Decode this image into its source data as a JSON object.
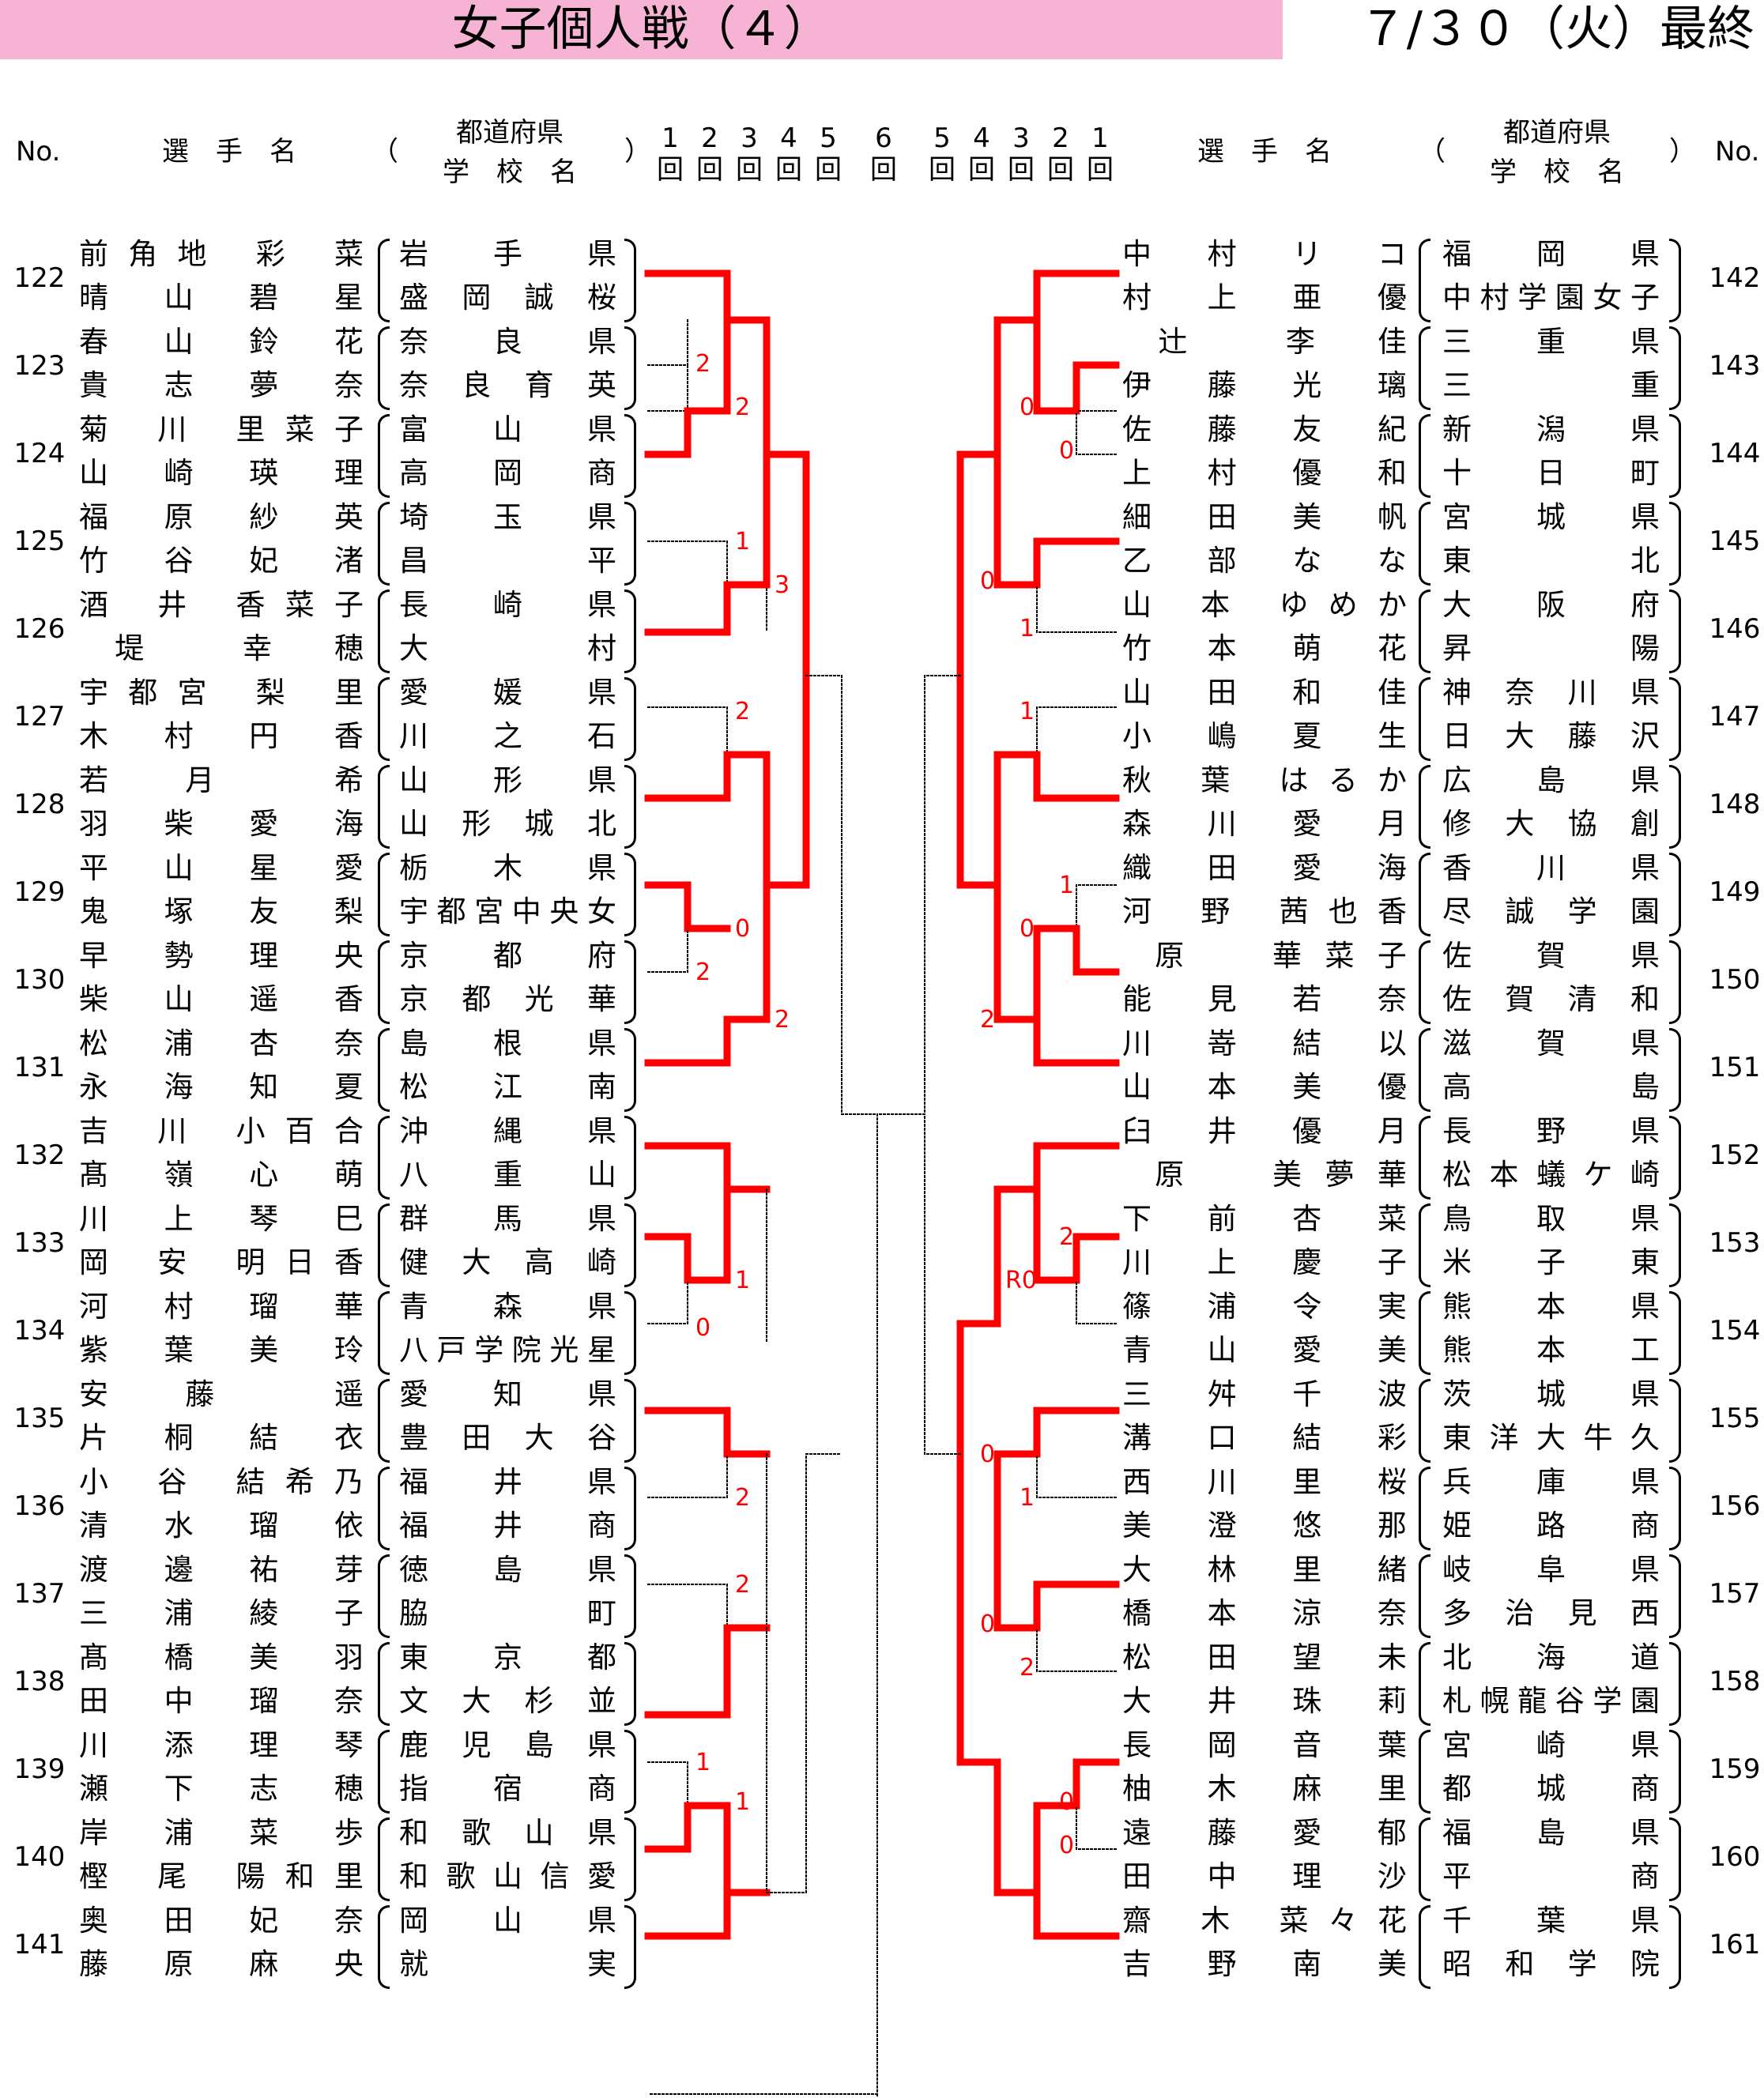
{
  "title": "女子個人戦（４）",
  "date": "７/３０（火）最終",
  "header": {
    "no": "No.",
    "player": "選　手　名",
    "pref_top": "都道府県",
    "pref_bottom": "学　校　名",
    "paren_open": "（",
    "paren_close": "）",
    "rounds_left": [
      "1",
      "2",
      "3",
      "4",
      "5"
    ],
    "round_six": "6",
    "rounds_right": [
      "5",
      "4",
      "3",
      "2",
      "1"
    ],
    "kai": "回"
  },
  "left_entries": [
    {
      "no": "122",
      "p1": "前角地　彩　菜",
      "s1": "岩　手　県",
      "p2": "晴　山　碧　星",
      "s2": "盛岡誠桜"
    },
    {
      "no": "123",
      "p1": "春　山　鈴　花",
      "s1": "奈　良　県",
      "p2": "貴　志　夢　奈",
      "s2": "奈良育英"
    },
    {
      "no": "124",
      "p1": "菊　川　里菜子",
      "s1": "富　山　県",
      "p2": "山　崎　瑛　理",
      "s2": "高　岡　商"
    },
    {
      "no": "125",
      "p1": "福　原　紗　英",
      "s1": "埼　玉　県",
      "p2": "竹　谷　妃　渚",
      "s2": "昌　　　平"
    },
    {
      "no": "126",
      "p1": "酒　井　香菜子",
      "s1": "長　崎　県",
      "p2": "　堤　　幸　穂",
      "s2": "大　　　村"
    },
    {
      "no": "127",
      "p1": "宇都宮　梨　里",
      "s1": "愛　媛　県",
      "p2": "木　村　円　香",
      "s2": "川　之　石"
    },
    {
      "no": "128",
      "p1": "若　月　　希",
      "s1": "山　形　県",
      "p2": "羽　柴　愛　海",
      "s2": "山形城北"
    },
    {
      "no": "129",
      "p1": "平　山　星　愛",
      "s1": "栃　木　県",
      "p2": "鬼　塚　友　梨",
      "s2": "宇都宮中央女"
    },
    {
      "no": "130",
      "p1": "早　勢　理　央",
      "s1": "京　都　府",
      "p2": "柴　山　遥　香",
      "s2": "京都光華"
    },
    {
      "no": "131",
      "p1": "松　浦　杏　奈",
      "s1": "島　根　県",
      "p2": "永　海　知　夏",
      "s2": "松　江　南"
    },
    {
      "no": "132",
      "p1": "吉　川　小百合",
      "s1": "沖　縄　県",
      "p2": "髙　嶺　心　萌",
      "s2": "八　重　山"
    },
    {
      "no": "133",
      "p1": "川　上　琴　巳",
      "s1": "群　馬　県",
      "p2": "岡　安　明日香",
      "s2": "健大高崎"
    },
    {
      "no": "134",
      "p1": "河　村　瑠　華",
      "s1": "青　森　県",
      "p2": "紫　葉　美　玲",
      "s2": "八戸学院光星"
    },
    {
      "no": "135",
      "p1": "安　藤　　遥",
      "s1": "愛　知　県",
      "p2": "片　桐　結　衣",
      "s2": "豊田大谷"
    },
    {
      "no": "136",
      "p1": "小　谷　結希乃",
      "s1": "福　井　県",
      "p2": "清　水　瑠　依",
      "s2": "福　井　商"
    },
    {
      "no": "137",
      "p1": "渡　邊　祐　芽",
      "s1": "徳　島　県",
      "p2": "三　浦　綾　子",
      "s2": "脇　　　町"
    },
    {
      "no": "138",
      "p1": "髙　橋　美　羽",
      "s1": "東　京　都",
      "p2": "田　中　瑠　奈",
      "s2": "文大杉並"
    },
    {
      "no": "139",
      "p1": "川　添　理　琴",
      "s1": "鹿児島県",
      "p2": "瀬　下　志　穂",
      "s2": "指　宿　商"
    },
    {
      "no": "140",
      "p1": "岸　浦　菜　歩",
      "s1": "和歌山県",
      "p2": "樫　尾　陽和里",
      "s2": "和歌山信愛"
    },
    {
      "no": "141",
      "p1": "奥　田　妃　奈",
      "s1": "岡　山　県",
      "p2": "藤　原　麻　央",
      "s2": "就　　　実"
    }
  ],
  "right_entries": [
    {
      "no": "142",
      "p1": "中　村　リ　コ",
      "s1": "福　岡　県",
      "p2": "村　上　亜　優",
      "s2": "中村学園女子"
    },
    {
      "no": "143",
      "p1": "　辻　　李　佳",
      "s1": "三　重　県",
      "p2": "伊　藤　光　璃",
      "s2": "三　　　重"
    },
    {
      "no": "144",
      "p1": "佐　藤　友　紀",
      "s1": "新　潟　県",
      "p2": "上　村　優　和",
      "s2": "十　日　町"
    },
    {
      "no": "145",
      "p1": "細　田　美　帆",
      "s1": "宮　城　県",
      "p2": "乙　部　な　な",
      "s2": "東　　　北"
    },
    {
      "no": "146",
      "p1": "山　本　ゆめか",
      "s1": "大　阪　府",
      "p2": "竹　本　萌　花",
      "s2": "昇　　　陽"
    },
    {
      "no": "147",
      "p1": "山　田　和　佳",
      "s1": "神奈川県",
      "p2": "小　嶋　夏　生",
      "s2": "日大藤沢"
    },
    {
      "no": "148",
      "p1": "秋　葉　はるか",
      "s1": "広　島　県",
      "p2": "森　川　愛　月",
      "s2": "修大協創"
    },
    {
      "no": "149",
      "p1": "織　田　愛　海",
      "s1": "香　川　県",
      "p2": "河　野　茜也香",
      "s2": "尽誠学園"
    },
    {
      "no": "150",
      "p1": "　原　　華菜子",
      "s1": "佐　賀　県",
      "p2": "能　見　若　奈",
      "s2": "佐賀清和"
    },
    {
      "no": "151",
      "p1": "川　嵜　結　以",
      "s1": "滋　賀　県",
      "p2": "山　本　美　優",
      "s2": "高　　　島"
    },
    {
      "no": "152",
      "p1": "臼　井　優　月",
      "s1": "長　野　県",
      "p2": "　原　　美夢華",
      "s2": "松本蟻ケ崎"
    },
    {
      "no": "153",
      "p1": "下　前　杏　菜",
      "s1": "鳥　取　県",
      "p2": "川　上　慶　子",
      "s2": "米　子　東"
    },
    {
      "no": "154",
      "p1": "篠　浦　令　実",
      "s1": "熊　本　県",
      "p2": "青　山　愛　美",
      "s2": "熊　本　工"
    },
    {
      "no": "155",
      "p1": "三　舛　千　波",
      "s1": "茨　城　県",
      "p2": "溝　口　結　彩",
      "s2": "東洋大牛久"
    },
    {
      "no": "156",
      "p1": "西　川　里　桜",
      "s1": "兵　庫　県",
      "p2": "美　澄　悠　那",
      "s2": "姫　路　商"
    },
    {
      "no": "157",
      "p1": "大　林　里　緒",
      "s1": "岐　阜　県",
      "p2": "橋　本　涼　奈",
      "s2": "多治見西"
    },
    {
      "no": "158",
      "p1": "松　田　望　未",
      "s1": "北　海　道",
      "p2": "大　井　珠　莉",
      "s2": "札幌龍谷学園"
    },
    {
      "no": "159",
      "p1": "長　岡　音　葉",
      "s1": "宮　崎　県",
      "p2": "柚　木　麻　里",
      "s2": "都　城　商"
    },
    {
      "no": "160",
      "p1": "遠　藤　愛　郁",
      "s1": "福　島　県",
      "p2": "田　中　理　沙",
      "s2": "平　　　商"
    },
    {
      "no": "161",
      "p1": "齋　木　菜々花",
      "s1": "千　葉　県",
      "p2": "吉　野　南　美",
      "s2": "昭和学院"
    }
  ],
  "scores": {
    "left": [
      {
        "v": "2",
        "slot": "123a"
      },
      {
        "v": "2",
        "slot": "123b"
      },
      {
        "v": "1",
        "slot": "125"
      },
      {
        "v": "3",
        "slot": "126"
      },
      {
        "v": "2",
        "slot": "127"
      },
      {
        "v": "0",
        "slot": "129"
      },
      {
        "v": "2",
        "slot": "130"
      },
      {
        "v": "2",
        "slot": "131"
      },
      {
        "v": "1",
        "slot": "133"
      },
      {
        "v": "0",
        "slot": "134"
      },
      {
        "v": "2",
        "slot": "136"
      },
      {
        "v": "2",
        "slot": "137"
      },
      {
        "v": "1",
        "slot": "139"
      },
      {
        "v": "1",
        "slot": "140"
      }
    ],
    "right": [
      {
        "v": "0",
        "slot": "143"
      },
      {
        "v": "0",
        "slot": "144"
      },
      {
        "v": "0",
        "slot": "145"
      },
      {
        "v": "1",
        "slot": "146"
      },
      {
        "v": "1",
        "slot": "147"
      },
      {
        "v": "1",
        "slot": "149"
      },
      {
        "v": "0",
        "slot": "150"
      },
      {
        "v": "2",
        "slot": "151"
      },
      {
        "v": "2",
        "slot": "153"
      },
      {
        "v": "R0",
        "slot": "154"
      },
      {
        "v": "0",
        "slot": "155"
      },
      {
        "v": "1",
        "slot": "156"
      },
      {
        "v": "0",
        "slot": "157"
      },
      {
        "v": "2",
        "slot": "158"
      },
      {
        "v": "0",
        "slot": "159"
      },
      {
        "v": "0",
        "slot": "160"
      }
    ]
  },
  "colors": {
    "title_bg": "#f6b3d4",
    "win_line": "#ff0000",
    "score": "#ff0000",
    "lose_line": "#000000"
  }
}
